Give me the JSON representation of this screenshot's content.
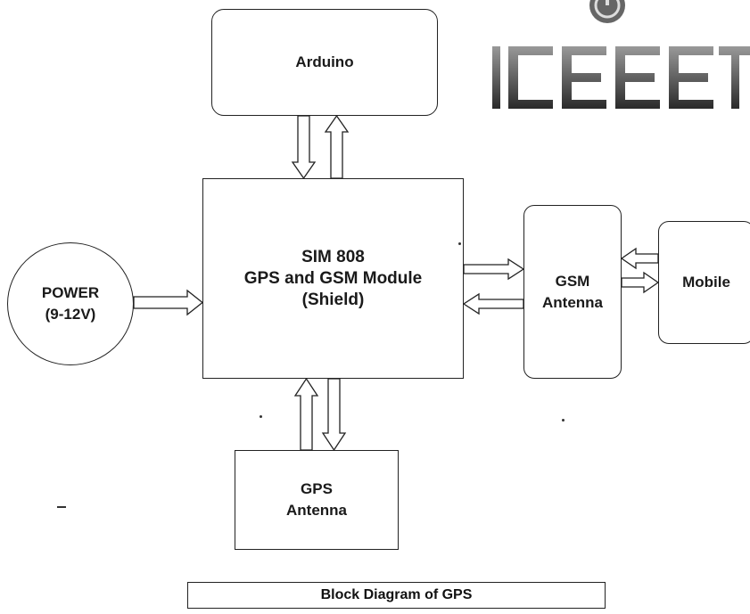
{
  "blocks": {
    "arduino": {
      "lines": [
        "Arduino"
      ]
    },
    "sim808": {
      "lines": [
        "SIM 808",
        "GPS and GSM Module",
        "(Shield)"
      ]
    },
    "power": {
      "lines": [
        "POWER",
        "(9-12V)"
      ]
    },
    "gsm_antenna": {
      "lines": [
        "GSM",
        "Antenna"
      ]
    },
    "mobile": {
      "lines": [
        "Mobile"
      ]
    },
    "gps_antenna": {
      "lines": [
        "GPS",
        "Antenna"
      ]
    }
  },
  "caption": "Block Diagram of GPS",
  "logo": {
    "text": "ICEEET",
    "icon": "power-button-icon"
  }
}
